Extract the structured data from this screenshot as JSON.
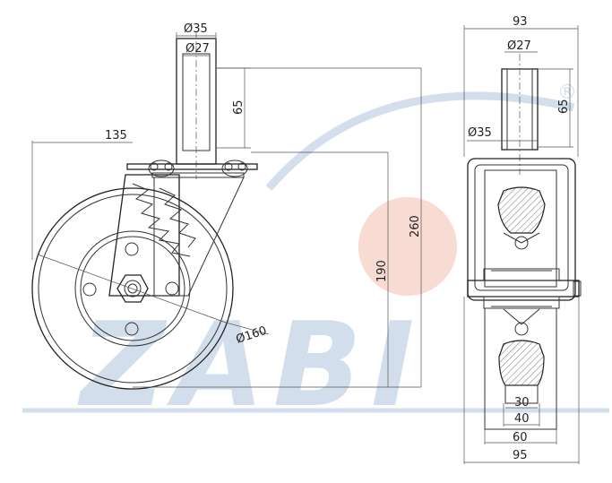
{
  "colors": {
    "line": "#333333",
    "watermark_blue": "#c5d3e6",
    "watermark_dot": "#f6cfc4",
    "tread_fill": "#d8d8d8"
  },
  "watermark": {
    "text": "ZABI",
    "mark": "®"
  },
  "side_view": {
    "stem_outer_dia": "Ø35",
    "stem_inner_dia": "Ø27",
    "stem_height": "65",
    "offset_width": "135",
    "overall_height": "260",
    "axle_height": "190",
    "wheel_dia": "Ø160"
  },
  "front_view": {
    "overall_width_top": "93",
    "stem_inner_dia": "Ø27",
    "stem_outer_dia": "Ø35",
    "stem_height": "65",
    "tread_width": "30",
    "hub_width": "40",
    "wheel_width": "60",
    "overall_width_bottom": "95"
  }
}
